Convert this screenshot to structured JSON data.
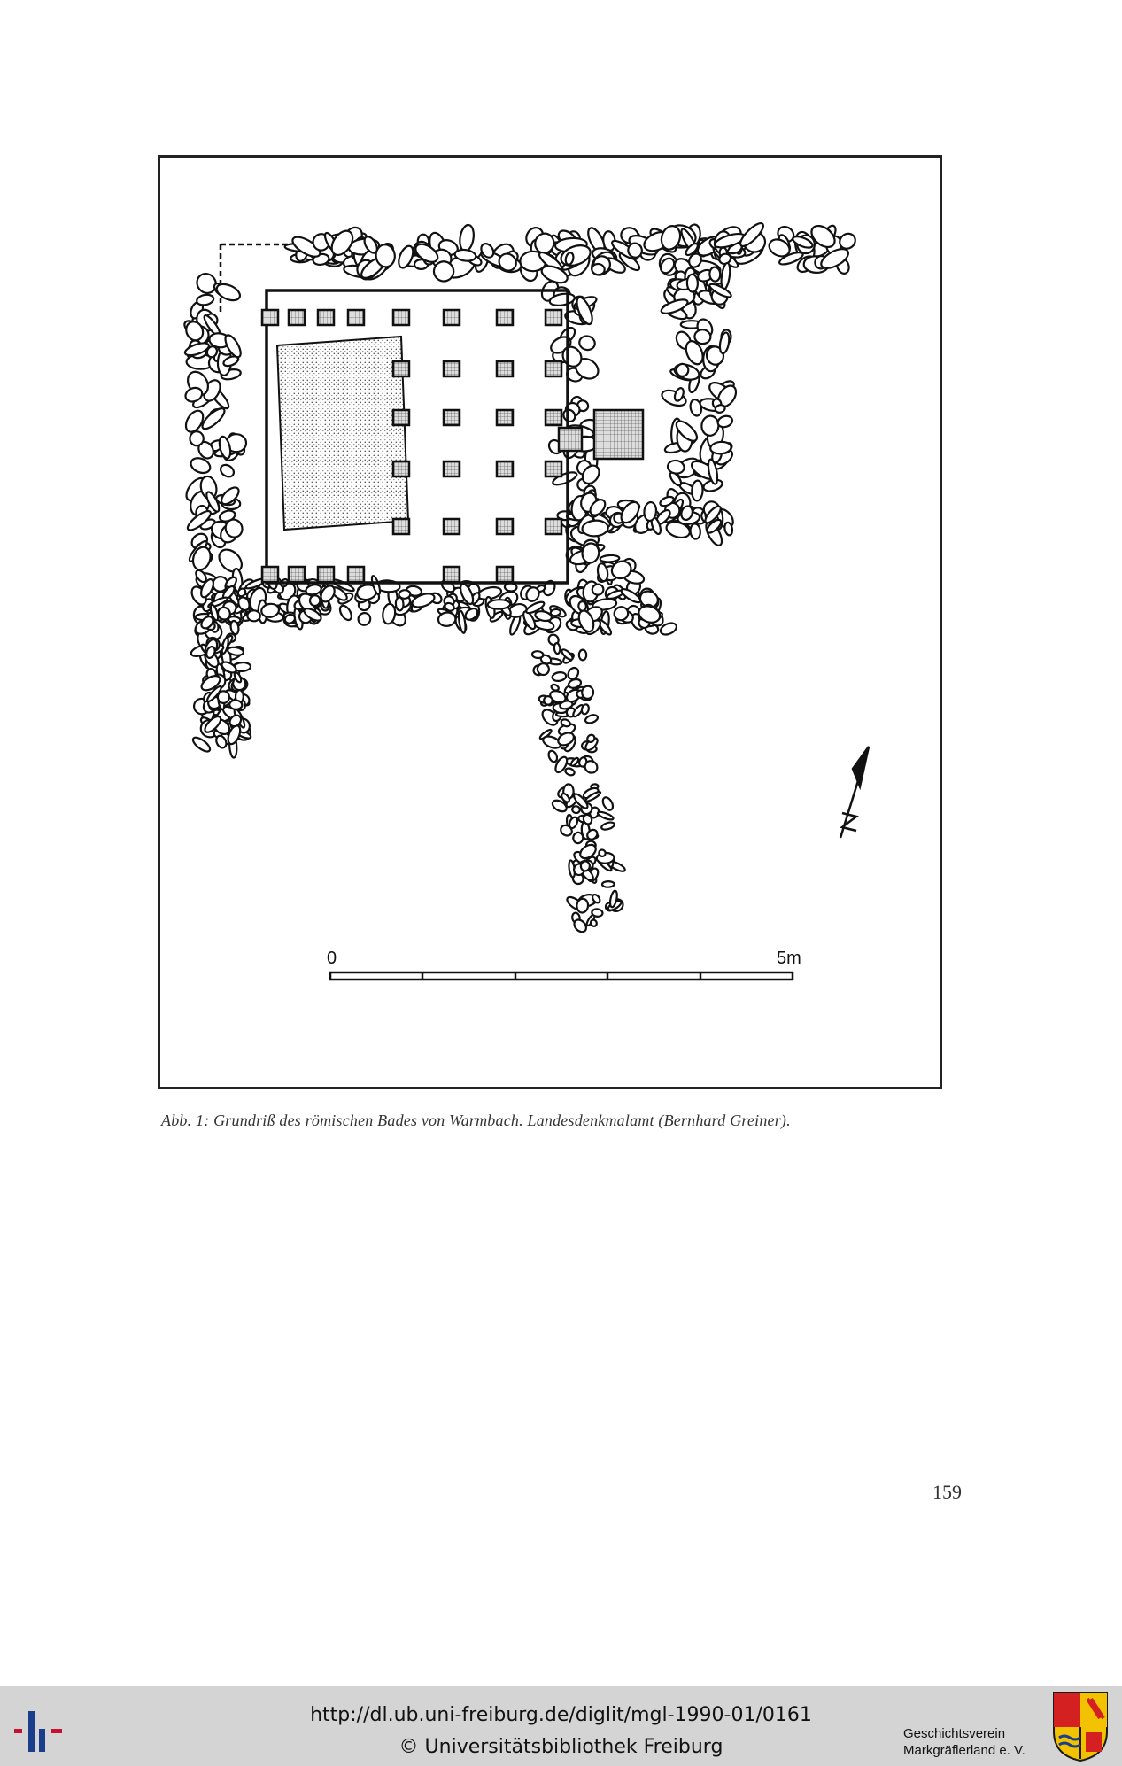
{
  "figure": {
    "scale_start": "0",
    "scale_end": "5m"
  },
  "caption": "Abb. 1: Grundriß des römischen Bades von Warmbach. Landesdenkmalamt (Bernhard Greiner).",
  "page_number": "159",
  "footer": {
    "url": "http://dl.ub.uni-freiburg.de/diglit/mgl-1990-01/0161",
    "copyright": "© Universitätsbibliothek Freiburg",
    "society_line1": "Geschichtsverein",
    "society_line2": "Markgräflerland e. V.",
    "logo_colors": [
      "#c8102e",
      "#1a3e8c"
    ],
    "crest_colors": [
      "#d42020",
      "#f2c200",
      "#1a1a1a"
    ]
  }
}
